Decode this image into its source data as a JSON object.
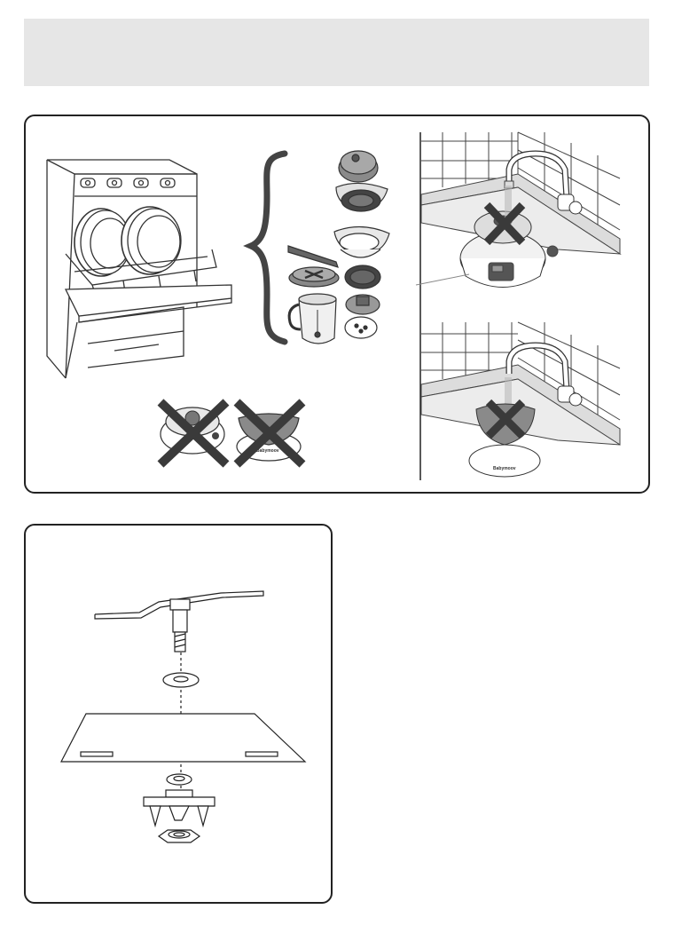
{
  "header": {
    "title": ""
  },
  "brand": {
    "logo_text": "Babymoov"
  },
  "colors": {
    "band": "#e6e6e6",
    "line": "#222222",
    "shade": "#cfcfcf",
    "dark": "#555555",
    "cross": "#3a3a3a"
  },
  "panels": {
    "care": {
      "dishwasher_illustration": "dishwasher-with-dishes",
      "parts_group": [
        "lid",
        "steam-basket",
        "blender-bowl",
        "spatula",
        "blade-lid",
        "grater-disc",
        "blade-unit",
        "jug",
        "disc-holder"
      ],
      "forbidden_items": [
        "base-unit-in-dishwasher",
        "bowl-with-base-in-dishwasher"
      ],
      "tap_warnings": [
        "no-base-under-tap",
        "no-bowl-with-base-under-tap"
      ]
    },
    "assembly": {
      "parts": [
        "mixing-blade",
        "washer-top",
        "bowl-bottom",
        "washer-bottom",
        "blade-holder",
        "nut"
      ]
    }
  }
}
